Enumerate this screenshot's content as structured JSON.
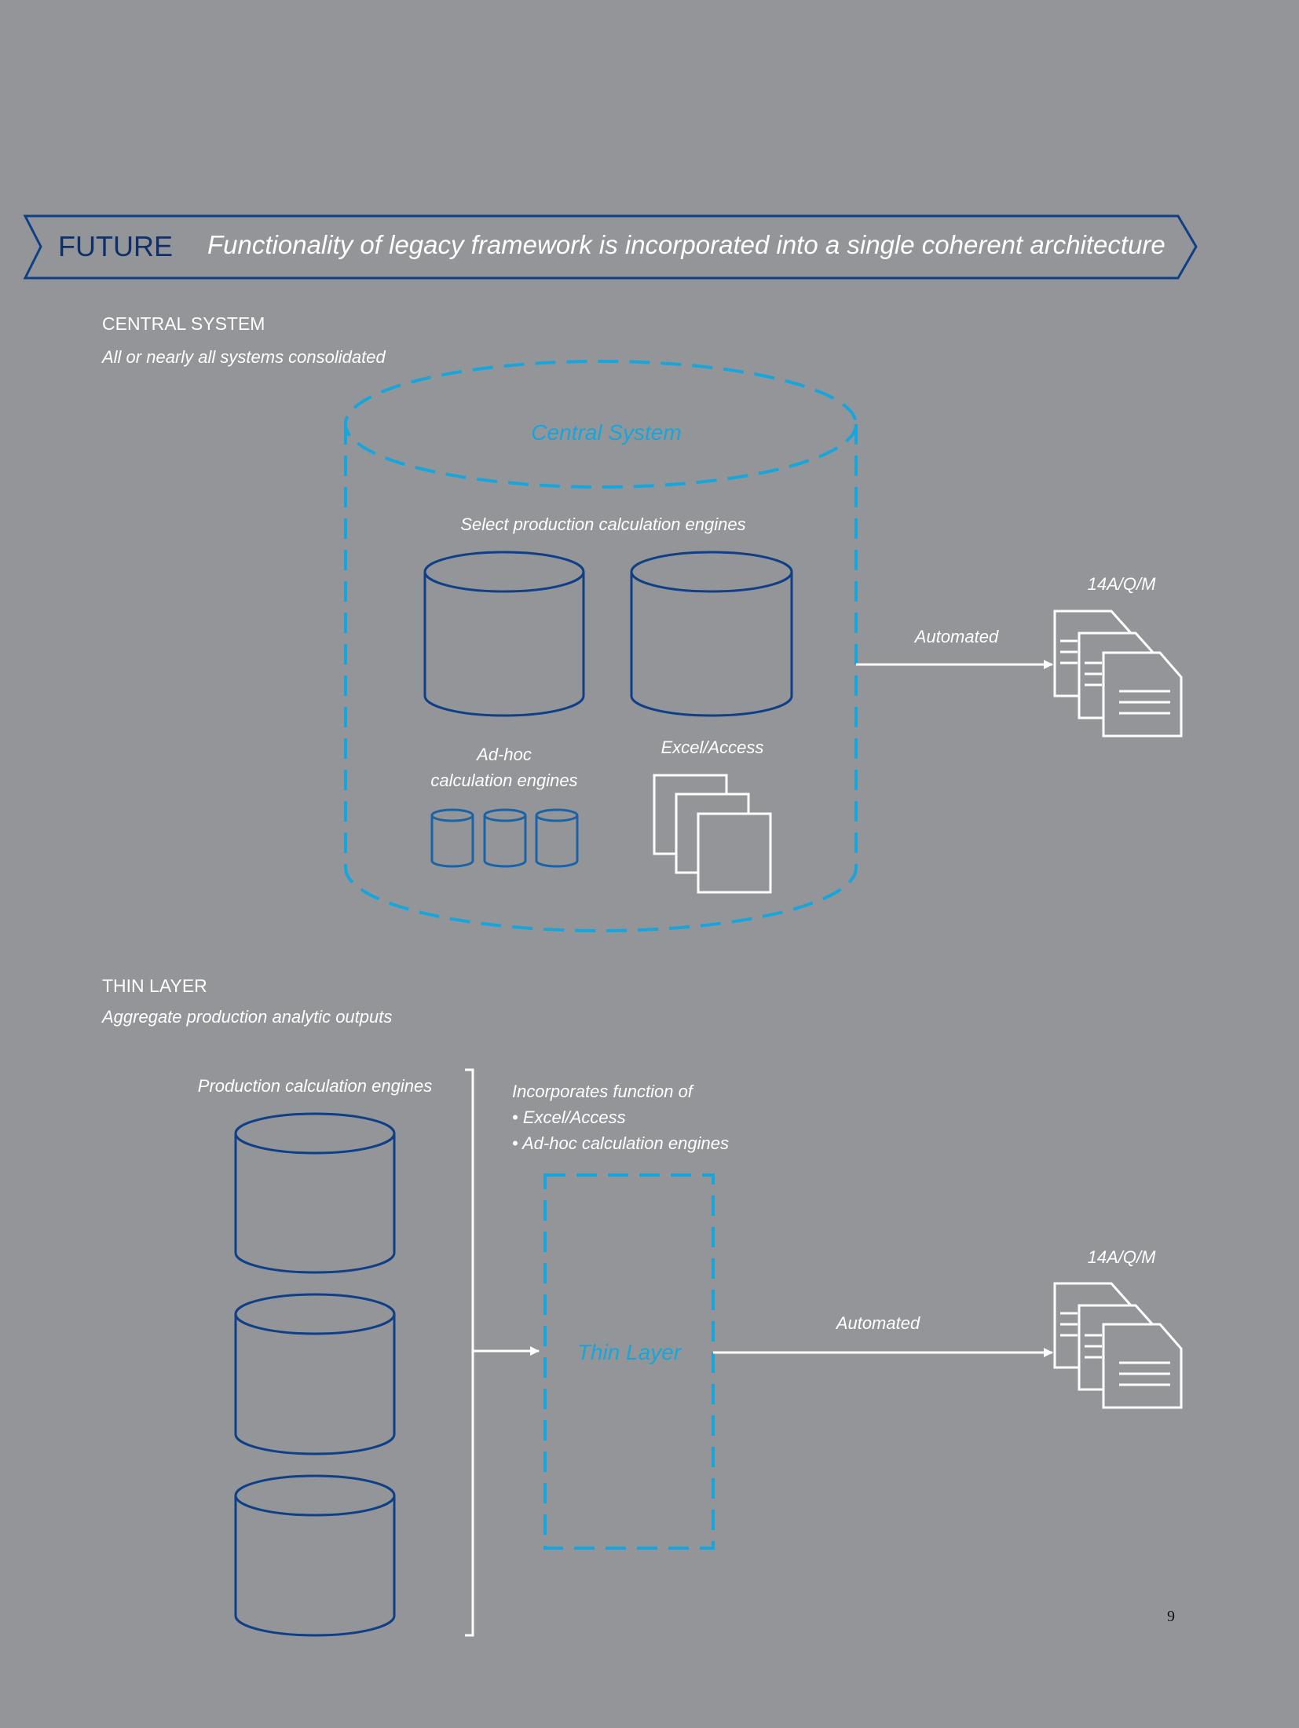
{
  "banner": {
    "label": "FUTURE",
    "title": "Functionality of legacy framework is incorporated into a single coherent architecture"
  },
  "central": {
    "heading": "CENTRAL SYSTEM",
    "subheading": "All or nearly all systems consolidated",
    "cylinder_label": "Central System",
    "select_label": "Select production calculation engines",
    "adhoc_label_line1": "Ad-hoc",
    "adhoc_label_line2": "calculation engines",
    "excel_label": "Excel/Access",
    "automated_label": "Automated",
    "output_label": "14A/Q/M"
  },
  "thin": {
    "heading": "THIN LAYER",
    "subheading": "Aggregate production analytic outputs",
    "engines_label": "Production calculation engines",
    "incorporates_line1": "Incorporates function of",
    "incorporates_line2": "• Excel/Access",
    "incorporates_line3": "• Ad-hoc calculation engines",
    "box_label": "Thin Layer",
    "automated_label": "Automated",
    "output_label": "14A/Q/M"
  },
  "page_number": "9",
  "colors": {
    "background": "#939598",
    "navy": "#0f3f86",
    "cyan": "#16a6db",
    "white": "#ffffff"
  }
}
